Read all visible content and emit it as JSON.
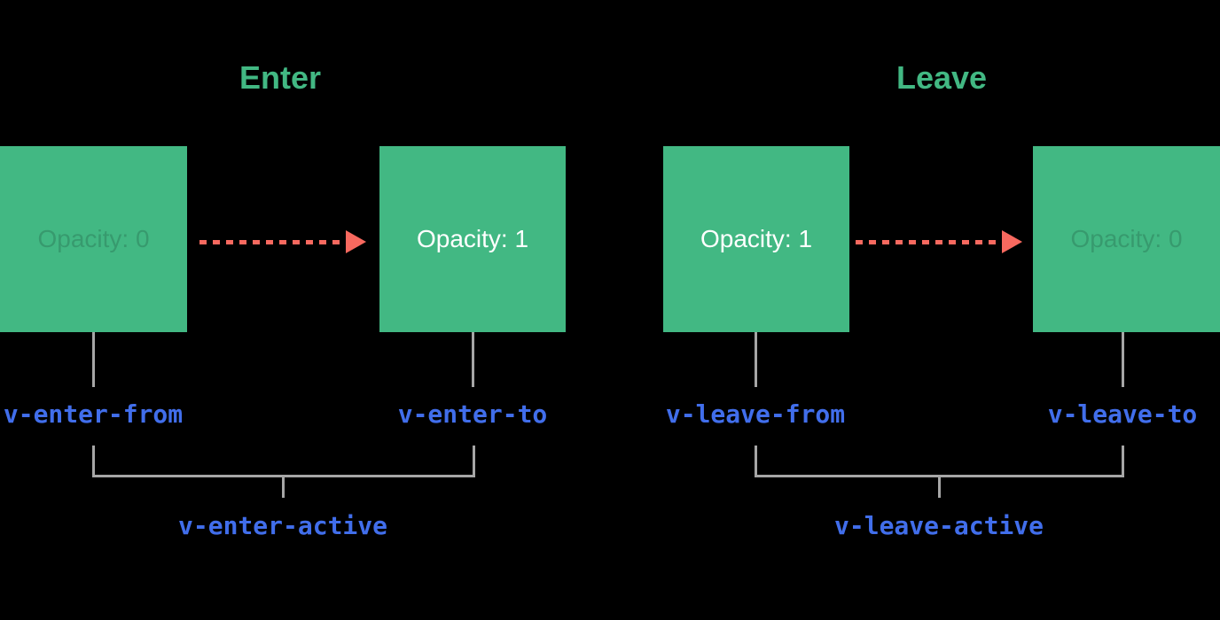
{
  "colors": {
    "background": "#000000",
    "green": "#42b883",
    "red": "#f8695f",
    "blue": "#416eeb",
    "gray": "#a6a6a6",
    "white": "#ffffff"
  },
  "sections": [
    {
      "title": "Enter",
      "from_box": {
        "label": "Opacity: 0"
      },
      "to_box": {
        "label": "Opacity: 1"
      },
      "from_class": "v-enter-from",
      "to_class": "v-enter-to",
      "active_class": "v-enter-active"
    },
    {
      "title": "Leave",
      "from_box": {
        "label": "Opacity: 1"
      },
      "to_box": {
        "label": "Opacity: 0"
      },
      "from_class": "v-leave-from",
      "to_class": "v-leave-to",
      "active_class": "v-leave-active"
    }
  ]
}
